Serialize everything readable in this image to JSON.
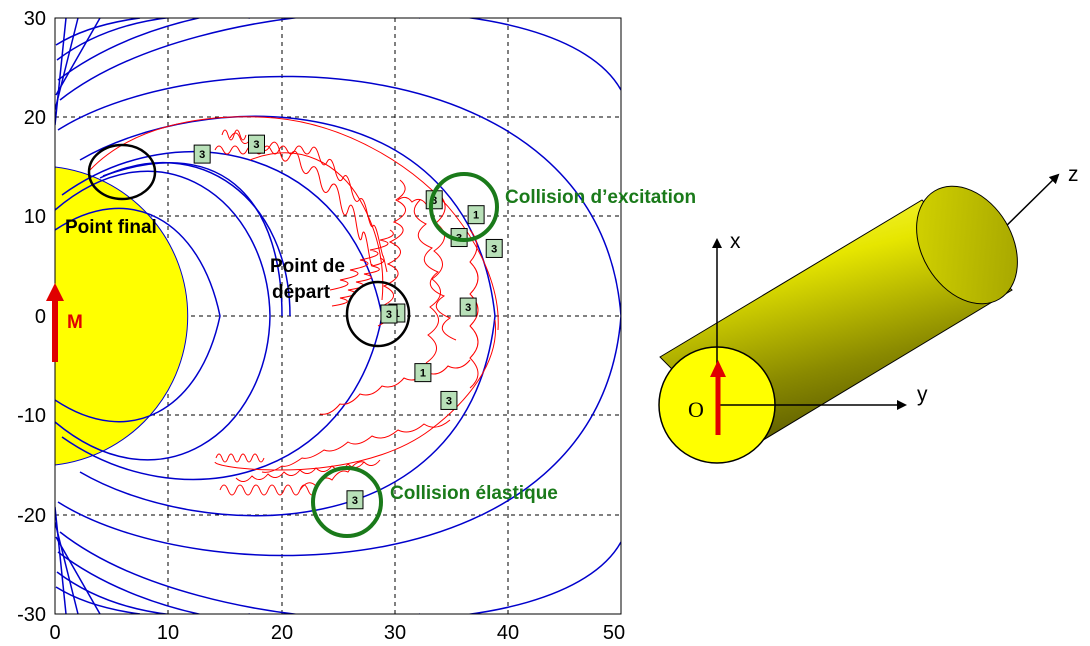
{
  "plot": {
    "xlim": [
      0,
      50
    ],
    "ylim": [
      -30,
      30
    ],
    "x_ticks": [
      "0",
      "10",
      "20",
      "30",
      "40",
      "50"
    ],
    "y_ticks": [
      "30",
      "20",
      "10",
      "0",
      "-10",
      "-20",
      "-30"
    ],
    "grid": "dashed",
    "earth_color": "#ffff00",
    "field_line_color": "#0000cc",
    "trajectory_color": "#ff0000"
  },
  "labels": {
    "point_final": "Point final",
    "point_depart_line1": "Point de",
    "point_depart_line2": "départ",
    "collision_excitation": "Collision d’excitation",
    "collision_elastique": "Collision élastique",
    "moment": "M"
  },
  "markers": [
    {
      "text": "3",
      "x": 13,
      "y": 16.3
    },
    {
      "text": "3",
      "x": 17.8,
      "y": 17.3
    },
    {
      "text": "3",
      "x": 33.5,
      "y": 11.7
    },
    {
      "text": "1",
      "x": 37.2,
      "y": 10.2
    },
    {
      "text": "3",
      "x": 35.7,
      "y": 7.9
    },
    {
      "text": "3",
      "x": 38.8,
      "y": 6.8
    },
    {
      "text": "1",
      "x": 30.2,
      "y": 0.3
    },
    {
      "text": "3",
      "x": 29.5,
      "y": 0.2
    },
    {
      "text": "3",
      "x": 36.5,
      "y": 0.9
    },
    {
      "text": "1",
      "x": 32.5,
      "y": -5.7
    },
    {
      "text": "3",
      "x": 34.8,
      "y": -8.5
    },
    {
      "text": "3",
      "x": 26.5,
      "y": -18.5
    }
  ],
  "cylinder": {
    "axis_x": "x",
    "axis_y": "y",
    "axis_z": "z",
    "origin": "O",
    "color": "#ffff00"
  }
}
